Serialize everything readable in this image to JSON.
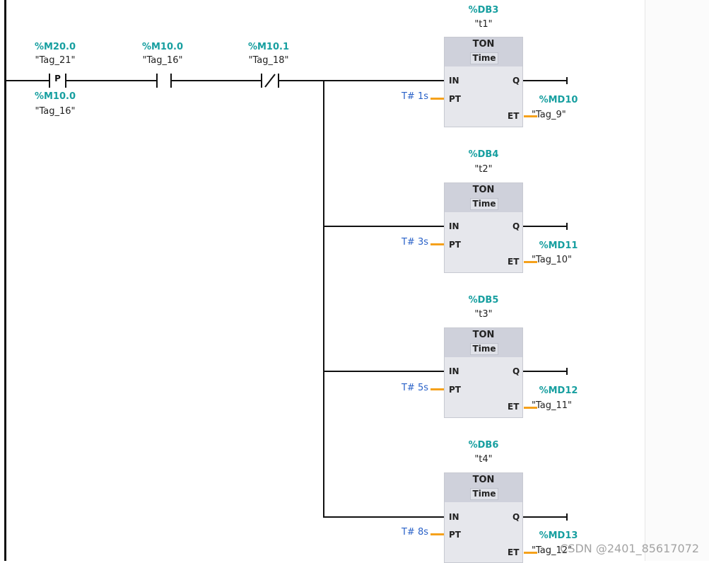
{
  "network": {
    "contacts": [
      {
        "address": "%M20.0",
        "symbol": "\"Tag_21\"",
        "type": "P",
        "edge_address": "%M10.0",
        "edge_symbol": "\"Tag_16\""
      },
      {
        "address": "%M10.0",
        "symbol": "\"Tag_16\"",
        "type": "NO"
      },
      {
        "address": "%M10.1",
        "symbol": "\"Tag_18\"",
        "type": "NC"
      }
    ],
    "timers": [
      {
        "db": "%DB3",
        "instance": "\"t1\"",
        "type": "TON",
        "subtype": "Time",
        "pin_in": "IN",
        "pin_pt": "PT",
        "pin_q": "Q",
        "pin_et": "ET",
        "pt": "T# 1s",
        "et_address": "%MD10",
        "et_symbol": "\"Tag_9\""
      },
      {
        "db": "%DB4",
        "instance": "\"t2\"",
        "type": "TON",
        "subtype": "Time",
        "pin_in": "IN",
        "pin_pt": "PT",
        "pin_q": "Q",
        "pin_et": "ET",
        "pt": "T# 3s",
        "et_address": "%MD11",
        "et_symbol": "\"Tag_10\""
      },
      {
        "db": "%DB5",
        "instance": "\"t3\"",
        "type": "TON",
        "subtype": "Time",
        "pin_in": "IN",
        "pin_pt": "PT",
        "pin_q": "Q",
        "pin_et": "ET",
        "pt": "T# 5s",
        "et_address": "%MD12",
        "et_symbol": "\"Tag_11\""
      },
      {
        "db": "%DB6",
        "instance": "\"t4\"",
        "type": "TON",
        "subtype": "Time",
        "pin_in": "IN",
        "pin_pt": "PT",
        "pin_q": "Q",
        "pin_et": "ET",
        "pt": "T# 8s",
        "et_address": "%MD13",
        "et_symbol": "\"Tag_12\""
      }
    ]
  },
  "watermark": "CSDN @2401_85617072"
}
